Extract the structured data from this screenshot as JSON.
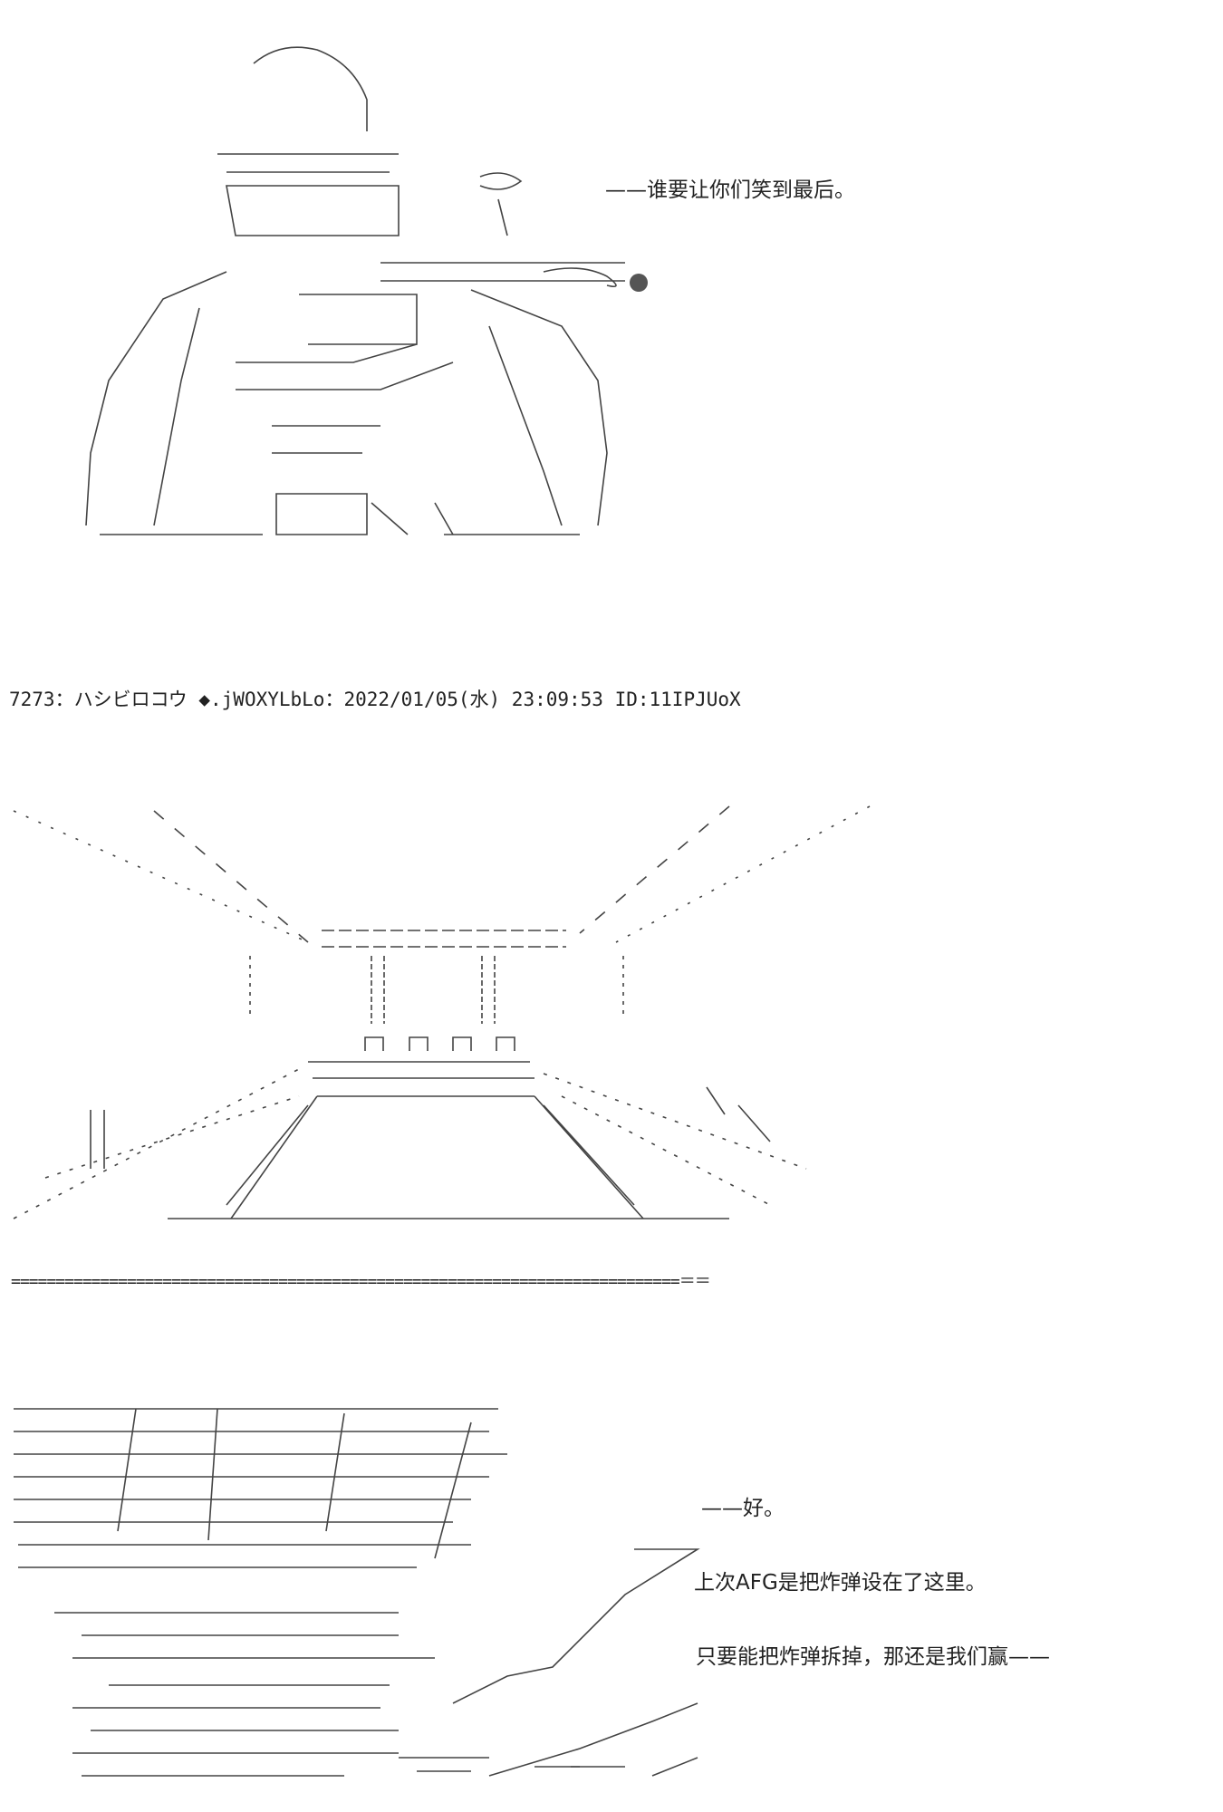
{
  "dialogue": {
    "line1": "——谁要让你们笑到最后。",
    "line2": "——好。",
    "line3": "上次AFG是把炸弹设在了这里。",
    "line4": "只要能把炸弹拆掉，那还是我们赢——"
  },
  "post": {
    "header": "7273：ハシビロコウ ◆.jWOXYLbLo：2022/01/05(水) 23:09:53 ID:11IPJUoX"
  },
  "separator": "===========================================================================＝＝"
}
